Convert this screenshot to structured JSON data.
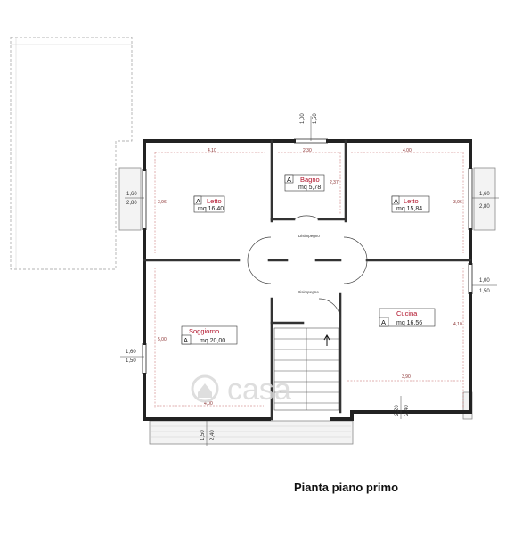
{
  "caption": "Pianta piano primo",
  "watermark": "casa",
  "rooms": [
    {
      "name": "Letto",
      "area": "mq 16,40",
      "tag": "A"
    },
    {
      "name": "Bagno",
      "area": "mq 5,78",
      "tag": "A"
    },
    {
      "name": "Letto",
      "area": "mq 15,84",
      "tag": "A"
    },
    {
      "name": "Soggiorno",
      "area": "mq 20,00",
      "tag": "A"
    },
    {
      "name": "Cucina",
      "area": "mq 16,56",
      "tag": "A"
    }
  ],
  "halls": [
    "Disimpegno",
    "Disimpegno"
  ],
  "dimensions": {
    "top_window_a": "1,00",
    "top_window_b": "1,50",
    "letto1_width": "4,10",
    "bagno_width": "2,30",
    "letto2_width": "4,00",
    "letto1_height": "3,96",
    "bagno_height": "2,37",
    "letto2_height": "3,96",
    "left_window_a": "1,60",
    "left_window_b": "2,80",
    "right_window_a": "1,60",
    "right_window_b": "2,80",
    "right_mid_a": "1,00",
    "right_mid_b": "1,50",
    "soggiorno_height": "5,00",
    "soggiorno_width": "4,00",
    "cucina_height": "4,10",
    "cucina_width": "3,90",
    "left_low_a": "1,60",
    "left_low_b": "1,50",
    "bottom_a": "1,50",
    "bottom_b": "2,40",
    "bottom_right_a": "2,20",
    "bottom_right_b": "2,40"
  }
}
